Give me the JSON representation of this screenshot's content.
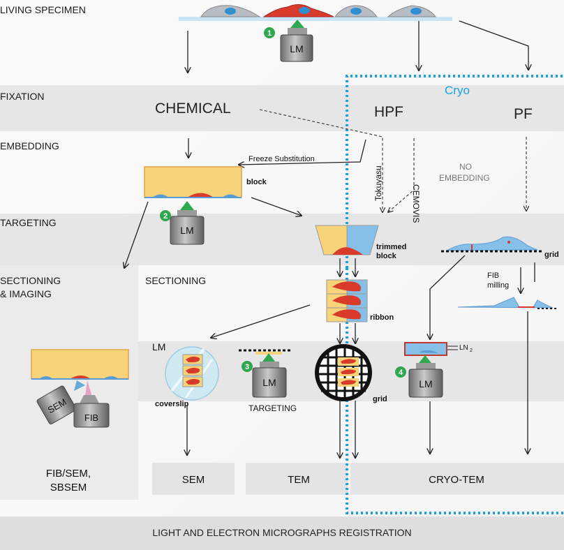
{
  "stages": {
    "living_specimen": "LIVING SPECIMEN",
    "fixation": "FIXATION",
    "embedding": "EMBEDDING",
    "targeting": "TARGETING",
    "sectioning_imaging_1": "SECTIONING",
    "sectioning_imaging_2": "& IMAGING",
    "sectioning": "SECTIONING"
  },
  "methods": {
    "chemical": "CHEMICAL",
    "hpf": "HPF",
    "pf": "PF",
    "cryo": "Cryo",
    "freeze_substitution": "Freeze Substitution",
    "tokuyasu": "Tokuyasu",
    "cemovis": "CEMOVIS",
    "no_embedding_1": "NO",
    "no_embedding_2": "EMBEDDING",
    "fib_milling_1": "FIB",
    "fib_milling_2": "milling"
  },
  "items": {
    "block": "block",
    "trimmed_block_1": "trimmed",
    "trimmed_block_2": "block",
    "grid": "grid",
    "ribbon": "ribbon",
    "coverslip": "coverslip",
    "targeting": "TARGETING",
    "lm": "LM",
    "sem": "SEM",
    "fib": "FIB",
    "ln2": "LN",
    "ln2_sub": "2"
  },
  "steps": {
    "s1": "1",
    "s2": "2",
    "s3": "3",
    "s4": "4"
  },
  "outputs": {
    "fib_sem_1": "FIB/SEM,",
    "fib_sem_2": "SBSEM",
    "sem": "SEM",
    "tem": "TEM",
    "cryo_tem": "CRYO-TEM",
    "registration": "LIGHT AND ELECTRON MICROGRAPHS REGISTRATION"
  },
  "colors": {
    "cell_blue": "#5b9bd5",
    "cell_red": "#d93b2b",
    "resin_yellow": "#f7d37a",
    "cryo_cyan": "#1aa3e0",
    "step_green": "#2fa84f"
  }
}
